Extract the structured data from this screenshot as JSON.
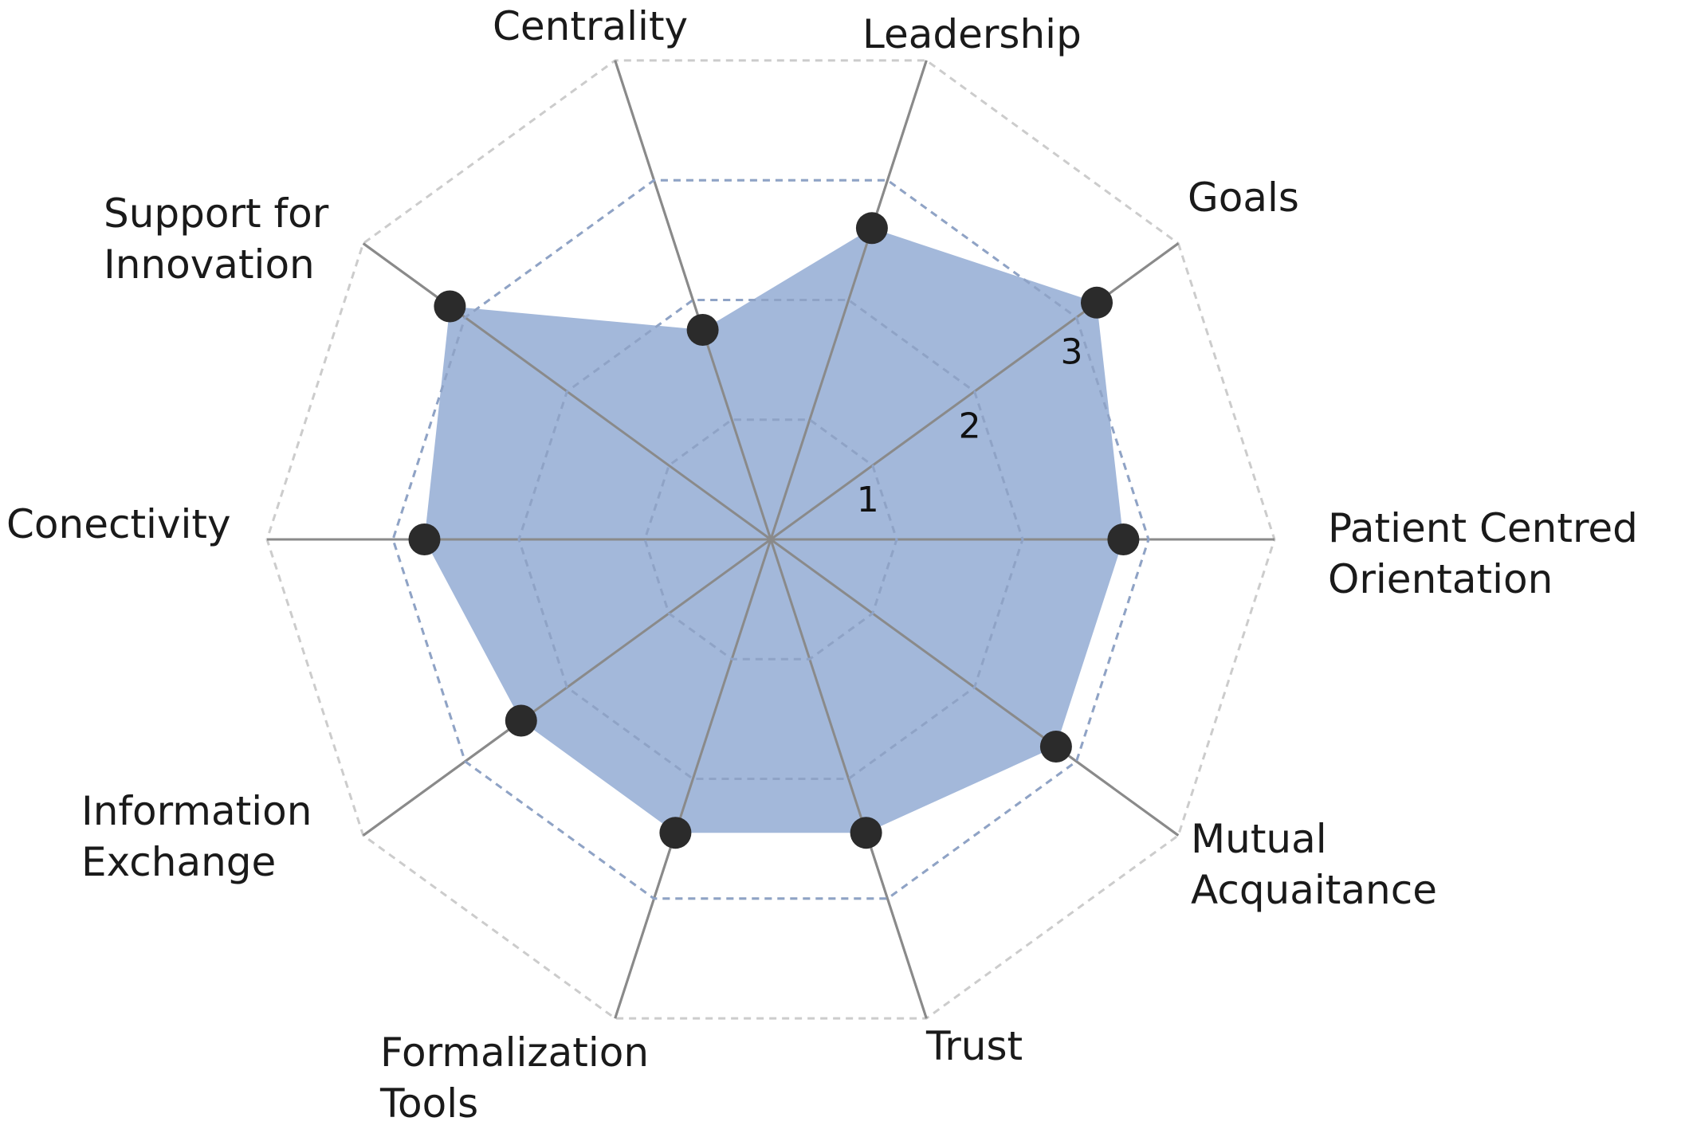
{
  "chart_data": {
    "type": "radar",
    "axes": [
      "Goals",
      "Patient Centred Orientation",
      "Mutual Acquaitance",
      "Trust",
      "Formalization Tools",
      "Information Exchange",
      "Conectivity",
      "Support for Innovation",
      "Centrality",
      "Leadership"
    ],
    "axis_label_lines": [
      [
        "Goals"
      ],
      [
        "Patient Centred",
        "Orientation"
      ],
      [
        "Mutual",
        "Acquaitance"
      ],
      [
        "Trust"
      ],
      [
        "Formalization",
        "Tools"
      ],
      [
        "Information",
        "Exchange"
      ],
      [
        "Conectivity"
      ],
      [
        "Support for",
        "Innovation"
      ],
      [
        "Centrality"
      ],
      [
        "Leadership"
      ]
    ],
    "values": [
      3.2,
      2.8,
      2.8,
      2.45,
      2.45,
      2.45,
      2.75,
      3.15,
      1.75,
      2.6
    ],
    "range": [
      0,
      4
    ],
    "ring_ticks": [
      1,
      2,
      3
    ],
    "grid": true,
    "fill_color": "#a3b8da",
    "marker_color": "#2b2b2b",
    "spoke_color": "#8a8a8a",
    "grid_color": "#cccccc"
  }
}
